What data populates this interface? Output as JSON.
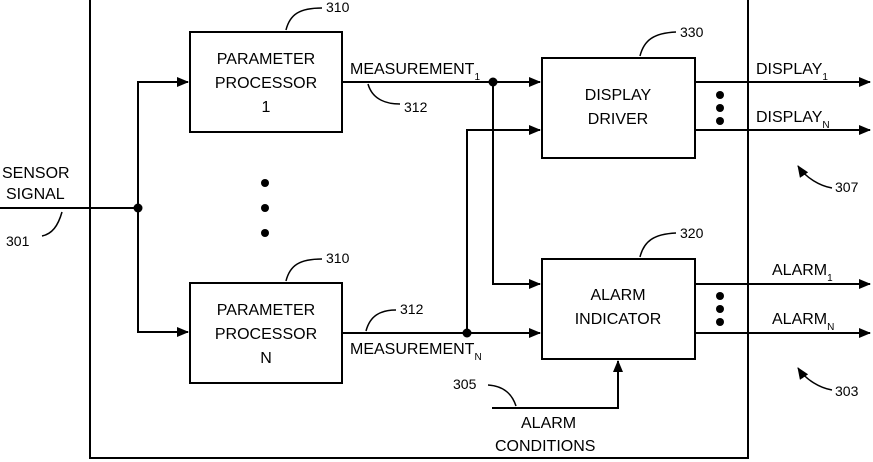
{
  "blocks": {
    "pp1": {
      "line1": "PARAMETER",
      "line2": "PROCESSOR",
      "line3": "1",
      "ref": "310"
    },
    "ppn": {
      "line1": "PARAMETER",
      "line2": "PROCESSOR",
      "line3": "N",
      "ref": "310"
    },
    "display_driver": {
      "line1": "DISPLAY",
      "line2": "DRIVER",
      "ref": "330"
    },
    "alarm_indicator": {
      "line1": "ALARM",
      "line2": "INDICATOR",
      "ref": "320"
    }
  },
  "signals": {
    "sensor": {
      "line1": "SENSOR",
      "line2": "SIGNAL",
      "ref": "301"
    },
    "measurement1": {
      "label": "MEASUREMENT",
      "sub": "1",
      "ref": "312"
    },
    "measurementN": {
      "label": "MEASUREMENT",
      "sub": "N",
      "ref": "312"
    },
    "display1": {
      "label": "DISPLAY",
      "sub": "1"
    },
    "displayN": {
      "label": "DISPLAY",
      "sub": "N"
    },
    "alarm1": {
      "label": "ALARM",
      "sub": "1"
    },
    "alarmN": {
      "label": "ALARM",
      "sub": "N"
    },
    "alarm_conditions": {
      "line1": "ALARM",
      "line2": "CONDITIONS",
      "ref": "305"
    }
  },
  "refs": {
    "display_outputs": "307",
    "alarm_outputs": "303"
  }
}
